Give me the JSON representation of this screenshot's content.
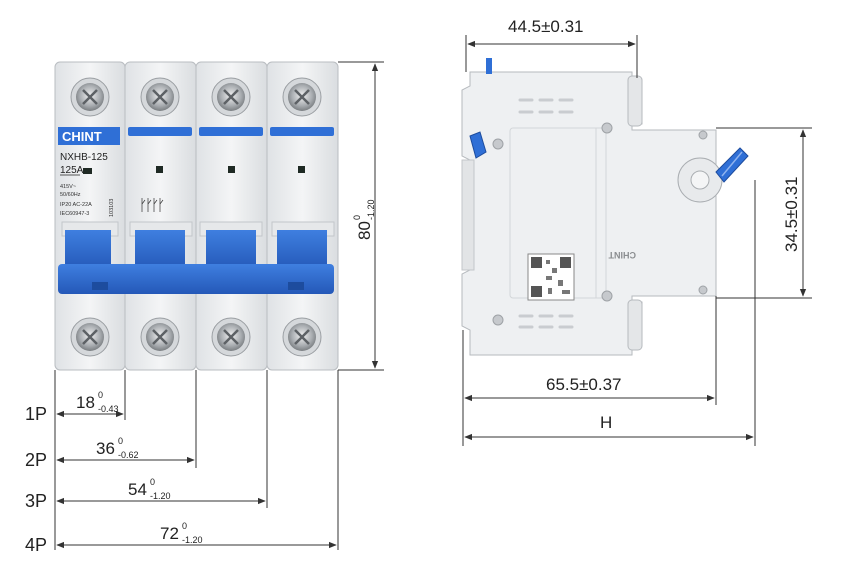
{
  "front_view": {
    "brand": "CHINT",
    "model": "NXHB-125",
    "rating": "125A",
    "specs": [
      "415V~",
      "50/60Hz",
      "IP20  AC-22A",
      "IEC60947-3"
    ],
    "code": "103103"
  },
  "side_view": {
    "brand_mark": "CHINT"
  },
  "dimensions": {
    "height": {
      "nominal": "80",
      "upper": "0",
      "lower": "-1.20"
    },
    "side_depth": "44.5±0.31",
    "side_width": "65.5±0.37",
    "side_height": "34.5±0.31",
    "side_total": "H",
    "widths": [
      {
        "pole": "1P",
        "nominal": "18",
        "upper": "0",
        "lower": "-0.43"
      },
      {
        "pole": "2P",
        "nominal": "36",
        "upper": "0",
        "lower": "-0.62"
      },
      {
        "pole": "3P",
        "nominal": "54",
        "upper": "0",
        "lower": "-1.20"
      },
      {
        "pole": "4P",
        "nominal": "72",
        "upper": "0",
        "lower": "-1.20"
      }
    ]
  },
  "colors": {
    "blue": "#2f6fd6",
    "line": "#333333",
    "body": "#eceef0"
  }
}
